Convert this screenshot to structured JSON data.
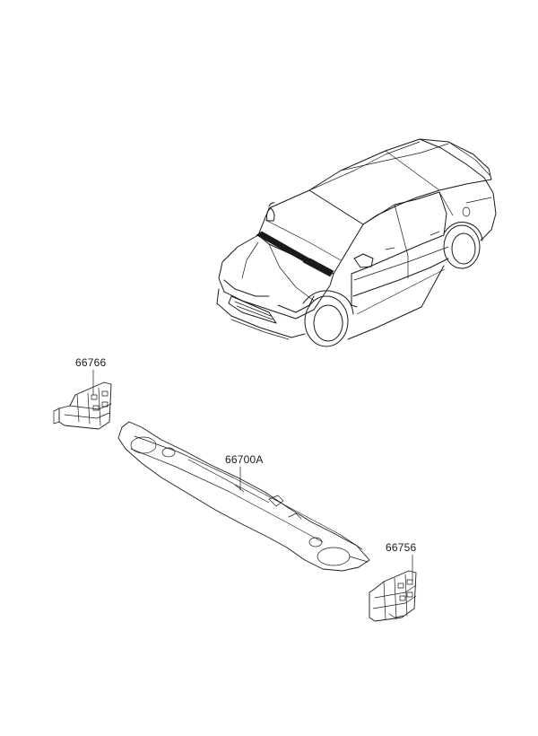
{
  "parts": [
    {
      "id": "p1",
      "number": "66766"
    },
    {
      "id": "p2",
      "number": "66700A"
    },
    {
      "id": "p3",
      "number": "66756"
    }
  ]
}
